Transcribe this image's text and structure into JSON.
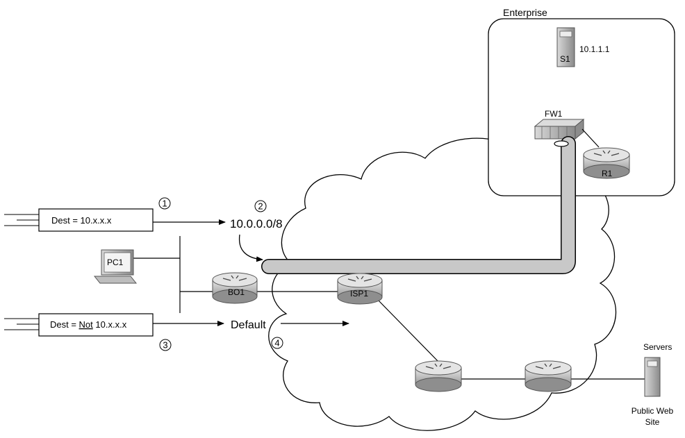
{
  "enterprise": {
    "title": "Enterprise"
  },
  "devices": {
    "s1": {
      "label": "S1",
      "ip": "10.1.1.1"
    },
    "fw1": {
      "label": "FW1"
    },
    "r1": {
      "label": "R1"
    },
    "pc1": {
      "label": "PC1"
    },
    "bo1": {
      "label": "BO1"
    },
    "isp1": {
      "label": "ISP1"
    }
  },
  "servers": {
    "title": "Servers",
    "caption_line1": "Public Web",
    "caption_line2": "Site"
  },
  "packets": {
    "packet1": {
      "prefix": "Dest = ",
      "dest": "10.x.x.x"
    },
    "packet2": {
      "prefix": "Dest = ",
      "not_word": "Not",
      "dest": " 10.x.x.x"
    }
  },
  "routes": {
    "specific": "10.0.0.0/8",
    "default": "Default"
  },
  "markers": [
    "1",
    "2",
    "3",
    "4"
  ],
  "colors": {
    "tunnel": "#c8c8c8",
    "router": "#b8b8b8",
    "device": "#a8a8a8",
    "line": "#000000"
  }
}
